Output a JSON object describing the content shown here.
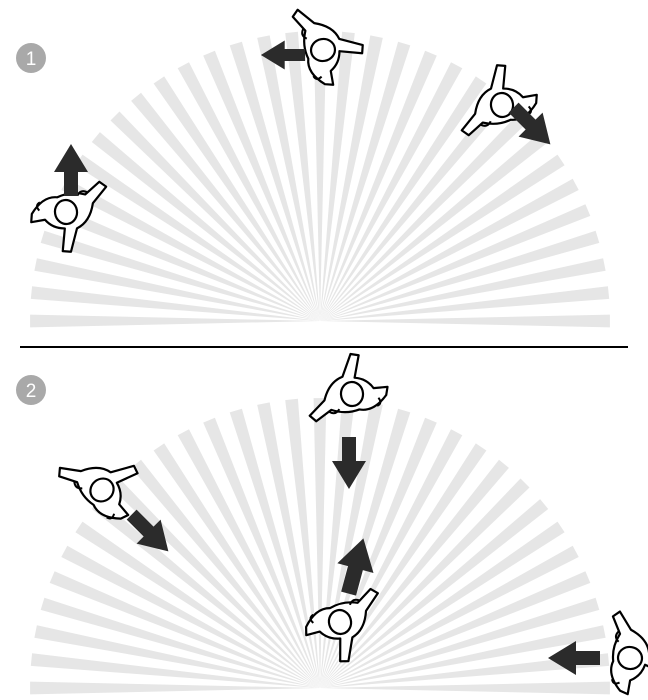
{
  "steps": [
    {
      "number": "1",
      "rays": 33,
      "figures": [
        {
          "name": "person-left"
        },
        {
          "name": "person-top"
        },
        {
          "name": "person-right"
        }
      ],
      "arrows": [
        {
          "name": "arrow-up"
        },
        {
          "name": "arrow-left"
        },
        {
          "name": "arrow-down-right"
        }
      ]
    },
    {
      "number": "2",
      "rays": 33,
      "figures": [
        {
          "name": "person-upper-left"
        },
        {
          "name": "person-top"
        },
        {
          "name": "person-center-bottom"
        },
        {
          "name": "person-right-edge"
        }
      ],
      "arrows": [
        {
          "name": "arrow-down-right"
        },
        {
          "name": "arrow-down"
        },
        {
          "name": "arrow-up-right"
        },
        {
          "name": "arrow-left"
        }
      ]
    }
  ],
  "colors": {
    "fan": "#e6e6e6",
    "arrow": "#2b2b2b",
    "badge": "#a9a9a9",
    "divider": "#000000"
  }
}
